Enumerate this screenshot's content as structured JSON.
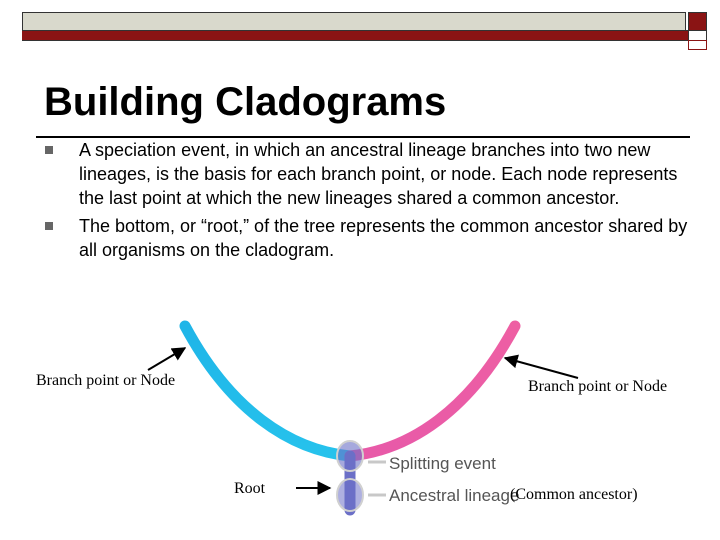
{
  "slide": {
    "title": "Building Cladograms",
    "bullets": [
      "A speciation event, in which an ancestral lineage branches into two new lineages, is the basis for each branch point, or node. Each node represents the last point at which the new lineages shared a common ancestor.",
      "The bottom, or “root,” of the tree represents the common ancestor shared by all organisms on the cladogram."
    ]
  },
  "diagram": {
    "label_left_node": "Branch point or Node",
    "label_right_node": "Branch point or Node",
    "label_root": "Root",
    "label_common_ancestor": "(Common ancestor)",
    "label_splitting_event": "Splitting event",
    "label_ancestral_lineage": "Ancestral lineage",
    "colors": {
      "left_branch": "#1fb5e8",
      "right_branch": "#ee5fa3",
      "root_stem": "#6b6fc7",
      "title_bar": "#8a1414"
    }
  }
}
